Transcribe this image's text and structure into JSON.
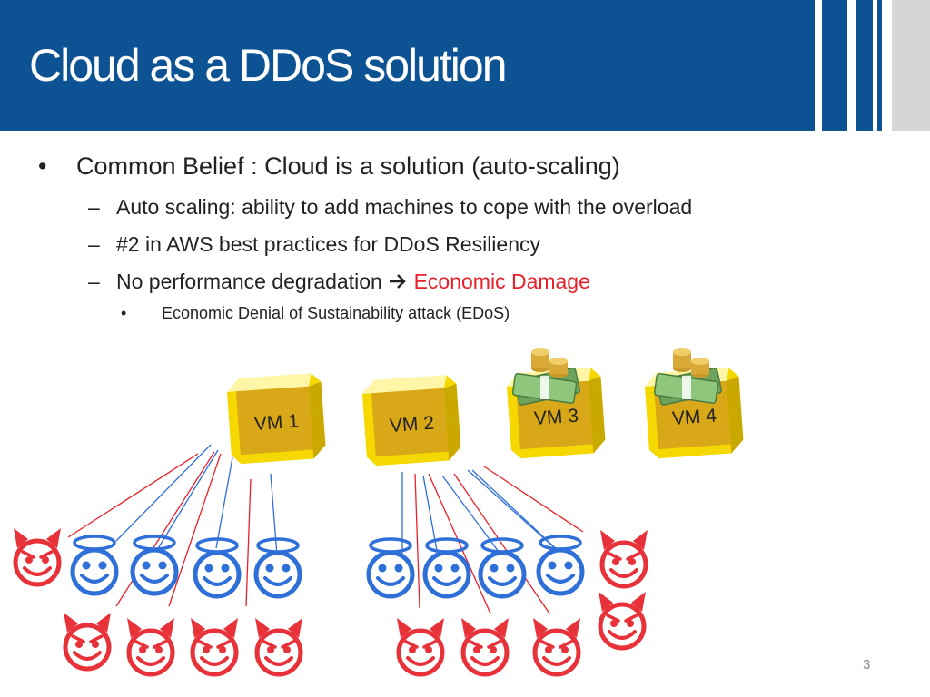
{
  "title": "Cloud as a DDoS solution",
  "bullets": {
    "main": "Common Belief : Cloud is a solution (auto-scaling)",
    "sub1": "Auto scaling: ability to add machines to cope with the overload",
    "sub2": "#2 in AWS best practices for DDoS Resiliency",
    "sub3_text": "No performance degradation",
    "sub3_highlight": "Economic Damage",
    "sub_sub": "Economic Denial of Sustainability attack  (EDoS)"
  },
  "vms": [
    {
      "label": "VM 1"
    },
    {
      "label": "VM 2"
    },
    {
      "label": "VM 3"
    },
    {
      "label": "VM 4"
    }
  ],
  "page_number": "3",
  "colors": {
    "header": "#0d5394",
    "accent": "#e8202a",
    "vm_face": "#d9a818",
    "vm_border": "#f5d800",
    "benign": "#2f6fd8",
    "attacker": "#e8323a"
  }
}
